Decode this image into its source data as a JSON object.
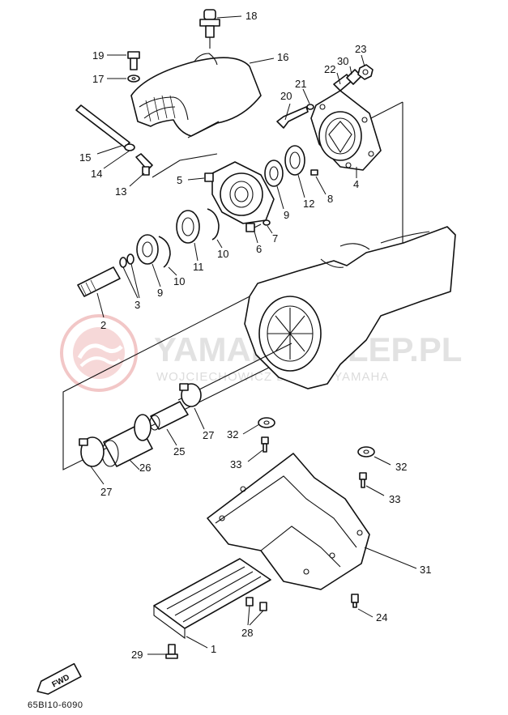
{
  "watermark": {
    "title": "YAMAHASKLEP.PL",
    "subtitle": "WOJCIECHOWICZ DEALER YAMAHA"
  },
  "diagram_code": "65BI10-6090",
  "fwd_label": "FWD",
  "callouts": {
    "c1": "1",
    "c2": "2",
    "c3": "3",
    "c4": "4",
    "c5": "5",
    "c6": "6",
    "c7": "7",
    "c8": "8",
    "c9a": "9",
    "c9b": "9",
    "c10a": "10",
    "c10b": "10",
    "c11": "11",
    "c12": "12",
    "c13": "13",
    "c14": "14",
    "c15": "15",
    "c16": "16",
    "c17": "17",
    "c18": "18",
    "c19": "19",
    "c20": "20",
    "c21": "21",
    "c22": "22",
    "c23": "23",
    "c24": "24",
    "c25": "25",
    "c26": "26",
    "c27a": "27",
    "c27b": "27",
    "c28": "28",
    "c29": "29",
    "c30": "30",
    "c31": "31",
    "c32a": "32",
    "c32b": "32",
    "c33a": "33",
    "c33b": "33"
  }
}
